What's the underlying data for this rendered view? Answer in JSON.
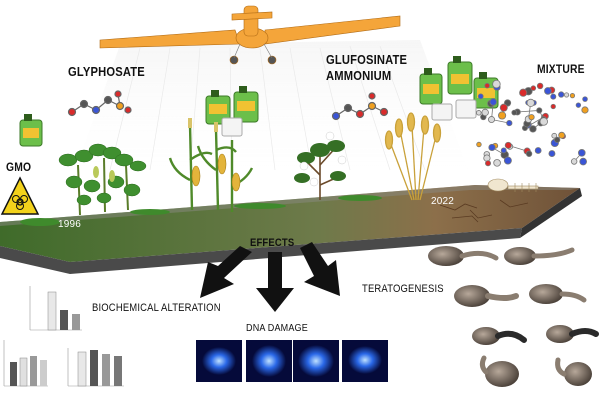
{
  "labels": {
    "glyphosate": "GLYPHOSATE",
    "glufosinate_line1": "GLUFOSINATE",
    "glufosinate_line2": "AMMONIUM",
    "mixture": "MIXTURE",
    "gmo": "GMO",
    "effects": "EFFECTS",
    "biochemical_alteration": "BIOCHEMICAL ALTERATION",
    "dna_damage": "DNA DAMAGE",
    "teratogenesis": "TERATOGENESIS"
  },
  "timeline": {
    "start_year": "1996",
    "end_year": "2022"
  },
  "colors": {
    "plane": "#f4a53a",
    "platform_top": "#6b6f66",
    "platform_side": "#4a4a4a",
    "arrow": "#111111",
    "hazard_yellow": "#f3d21b",
    "comet_blue": "#1d4fd8",
    "canister_green": "#6cbf4a",
    "canister_label": "#f1c232"
  },
  "icons": [
    "airplane-icon",
    "biohazard-icon",
    "herbicide-canister-icon",
    "molecule-icon",
    "soybean-plant-icon",
    "corn-plant-icon",
    "cotton-plant-icon",
    "wheat-plant-icon",
    "skeleton-icon"
  ],
  "chart_panels": [
    "bar-chart-top",
    "bar-chart-left",
    "bar-chart-right"
  ],
  "comet_assay_images": 4,
  "tadpole_images": 8
}
